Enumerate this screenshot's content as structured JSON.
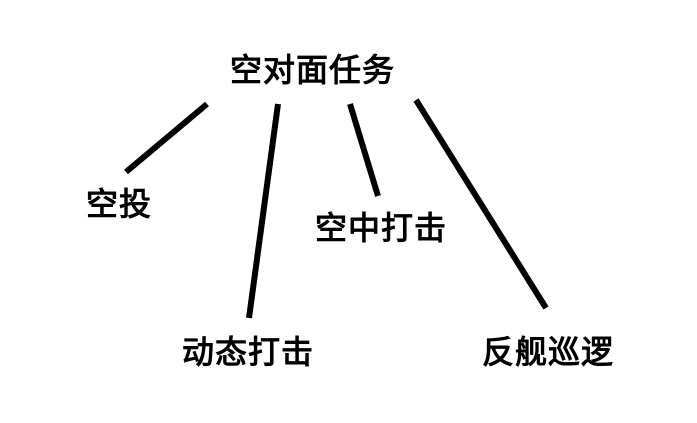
{
  "diagram": {
    "root": "空对面任务",
    "children": [
      {
        "id": "airdrop",
        "label": "空投"
      },
      {
        "id": "dynamic_strike",
        "label": "动态打击"
      },
      {
        "id": "air_strike",
        "label": "空中打击"
      },
      {
        "id": "anti_ship_patrol",
        "label": "反舰巡逻"
      }
    ],
    "colors": {
      "line": "#000000",
      "text": "#000000",
      "background": "#ffffff"
    }
  }
}
